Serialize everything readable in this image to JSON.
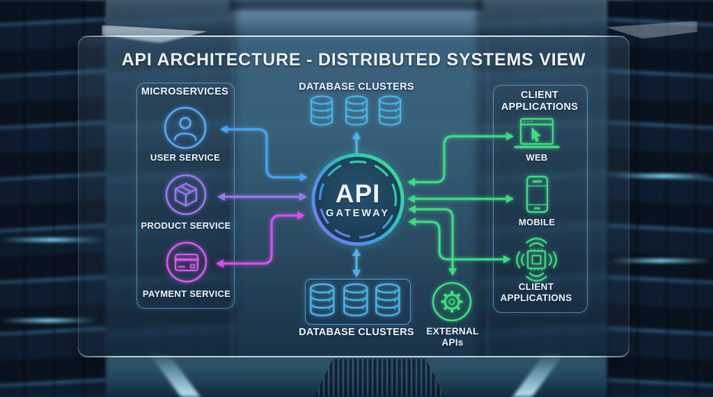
{
  "title": "API ARCHITECTURE - DISTRIBUTED SYSTEMS VIEW",
  "microservices": {
    "header": "MICROSERVICES",
    "items": [
      {
        "label": "USER SERVICE",
        "icon": "user-icon",
        "color": "#58abf5"
      },
      {
        "label": "PRODUCT SERVICE",
        "icon": "package-icon",
        "color": "#9b78f0"
      },
      {
        "label": "PAYMENT SERVICE",
        "icon": "credit-card-icon",
        "color": "#d957ef"
      }
    ]
  },
  "gateway": {
    "title": "API",
    "subtitle": "GATEWAY"
  },
  "database_clusters": {
    "top": {
      "label": "DATABASE CLUSTERS",
      "icon": "database-icon",
      "count": 3
    },
    "bottom": {
      "label": "DATABASE CLUSTERS",
      "icon": "database-icon",
      "count": 3
    }
  },
  "client_applications": {
    "header": "CLIENT APPLICATIONS",
    "items": [
      {
        "label": "WEB",
        "icon": "laptop-icon"
      },
      {
        "label": "MOBILE",
        "icon": "smartphone-icon"
      },
      {
        "label": "CLIENT APPLICATIONS",
        "icon": "iot-chip-icon"
      }
    ]
  },
  "external_apis": {
    "label": "EXTERNAL APIs",
    "icon": "gear-icon"
  },
  "colors": {
    "arrow_blue": "#4aa3f2",
    "arrow_purple": "#9678f2",
    "arrow_magenta": "#d44fee",
    "arrow_green": "#3ddc82",
    "arrow_cyan": "#4fb4ea",
    "database": "#4ab4ea",
    "gateway_ring_gradient": [
      "#8a72f2",
      "#3c9ae8",
      "#2cc9b8",
      "#3ee488"
    ]
  }
}
